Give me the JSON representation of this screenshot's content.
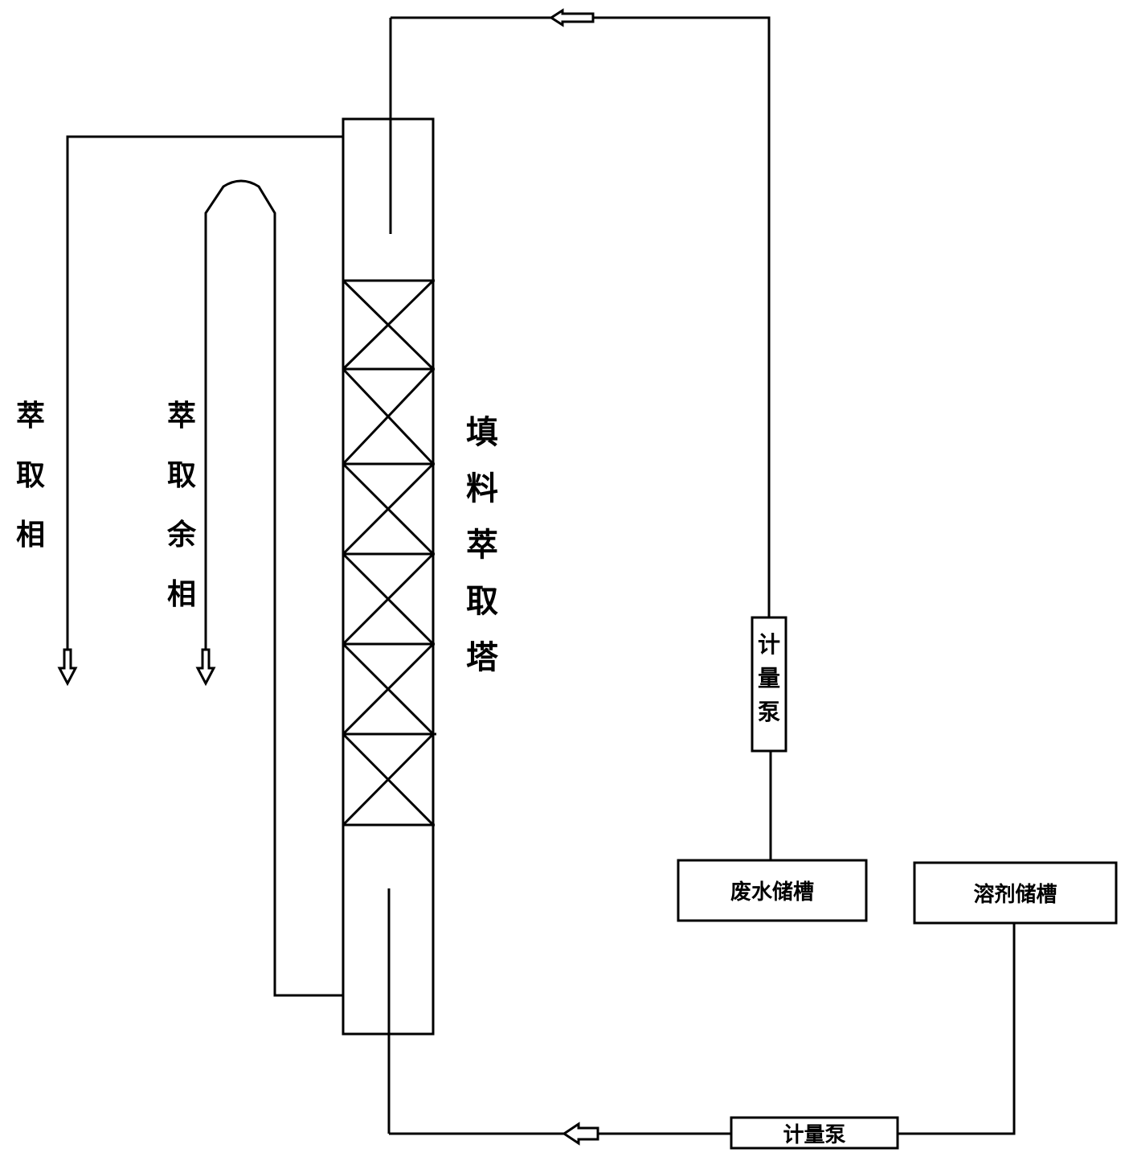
{
  "labels": {
    "extract_phase": [
      "萃",
      "取",
      "相"
    ],
    "raffinate_phase": [
      "萃",
      "取",
      "余",
      "相"
    ],
    "column": [
      "填",
      "料",
      "萃",
      "取",
      "塔"
    ],
    "pump_wastewater": [
      "计",
      "量",
      "泵"
    ],
    "wastewater_tank": "废水储槽",
    "solvent_tank": "溶剂储槽",
    "pump_solvent": "计量泵"
  },
  "colors": {
    "line": "#000000",
    "background": "#ffffff"
  },
  "icons": [
    "flow-arrow-left-icon",
    "flow-arrow-down-icon"
  ]
}
